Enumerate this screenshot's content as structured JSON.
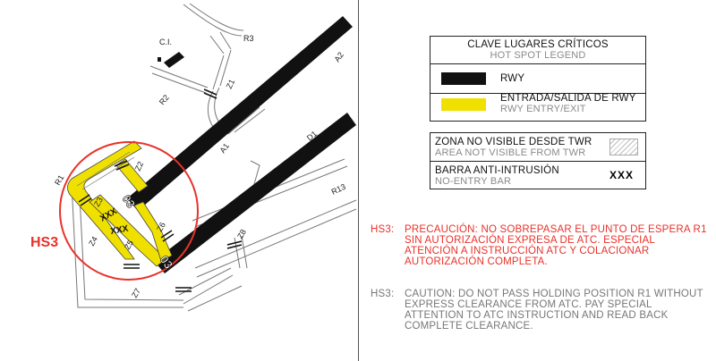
{
  "map": {
    "labels": {
      "ci": "C.I.",
      "r3": "R3",
      "a2": "A2",
      "r2": "R2",
      "z1": "Z1",
      "a1": "A1",
      "d1": "D1",
      "z2": "Z2",
      "r1": "R1",
      "z3": "Z3",
      "z4": "Z4",
      "z5": "Z5",
      "z6": "Z6",
      "z7": "Z7",
      "z8": "Z8",
      "r13": "R13",
      "rwy_03": "03",
      "rwy_03_lower": "03",
      "xxx": "XXX"
    },
    "hotspot": {
      "label": "HS3",
      "color": "#e8322a"
    }
  },
  "legend": {
    "title_es": "CLAVE LUGARES CRÍTICOS",
    "title_en": "HOT SPOT LEGEND",
    "rwy": {
      "label": "RWY",
      "color": "#111111"
    },
    "entry": {
      "label_es": "ENTRADA/SALIDA DE RWY",
      "label_en": "RWY ENTRY/EXIT",
      "color": "#f0e000"
    }
  },
  "legend2": {
    "zone_es": "ZONA NO VISIBLE DESDE TWR",
    "zone_en": "AREA NOT VISIBLE FROM TWR",
    "bar_es": "BARRA ANTI-INTRUSIÓN",
    "bar_en": "NO-ENTRY BAR",
    "bar_symbol": "XXX"
  },
  "notes": {
    "es_label": "HS3:",
    "es_text": "PRECAUCIÓN: NO SOBREPASAR EL PUNTO DE ESPERA R1 SIN AUTORIZACIÓN EXPRESA DE ATC. ESPECIAL ATENCIÓN A INSTRUCCIÓN ATC Y COLACIONAR AUTORIZACIÓN COMPLETA.",
    "en_label": "HS3:",
    "en_text": "CAUTION: DO NOT PASS HOLDING POSITION R1 WITHOUT EXPRESS CLEARANCE FROM ATC. PAY SPECIAL ATTENTION TO ATC INSTRUCTION AND READ BACK COMPLETE CLEARANCE."
  }
}
